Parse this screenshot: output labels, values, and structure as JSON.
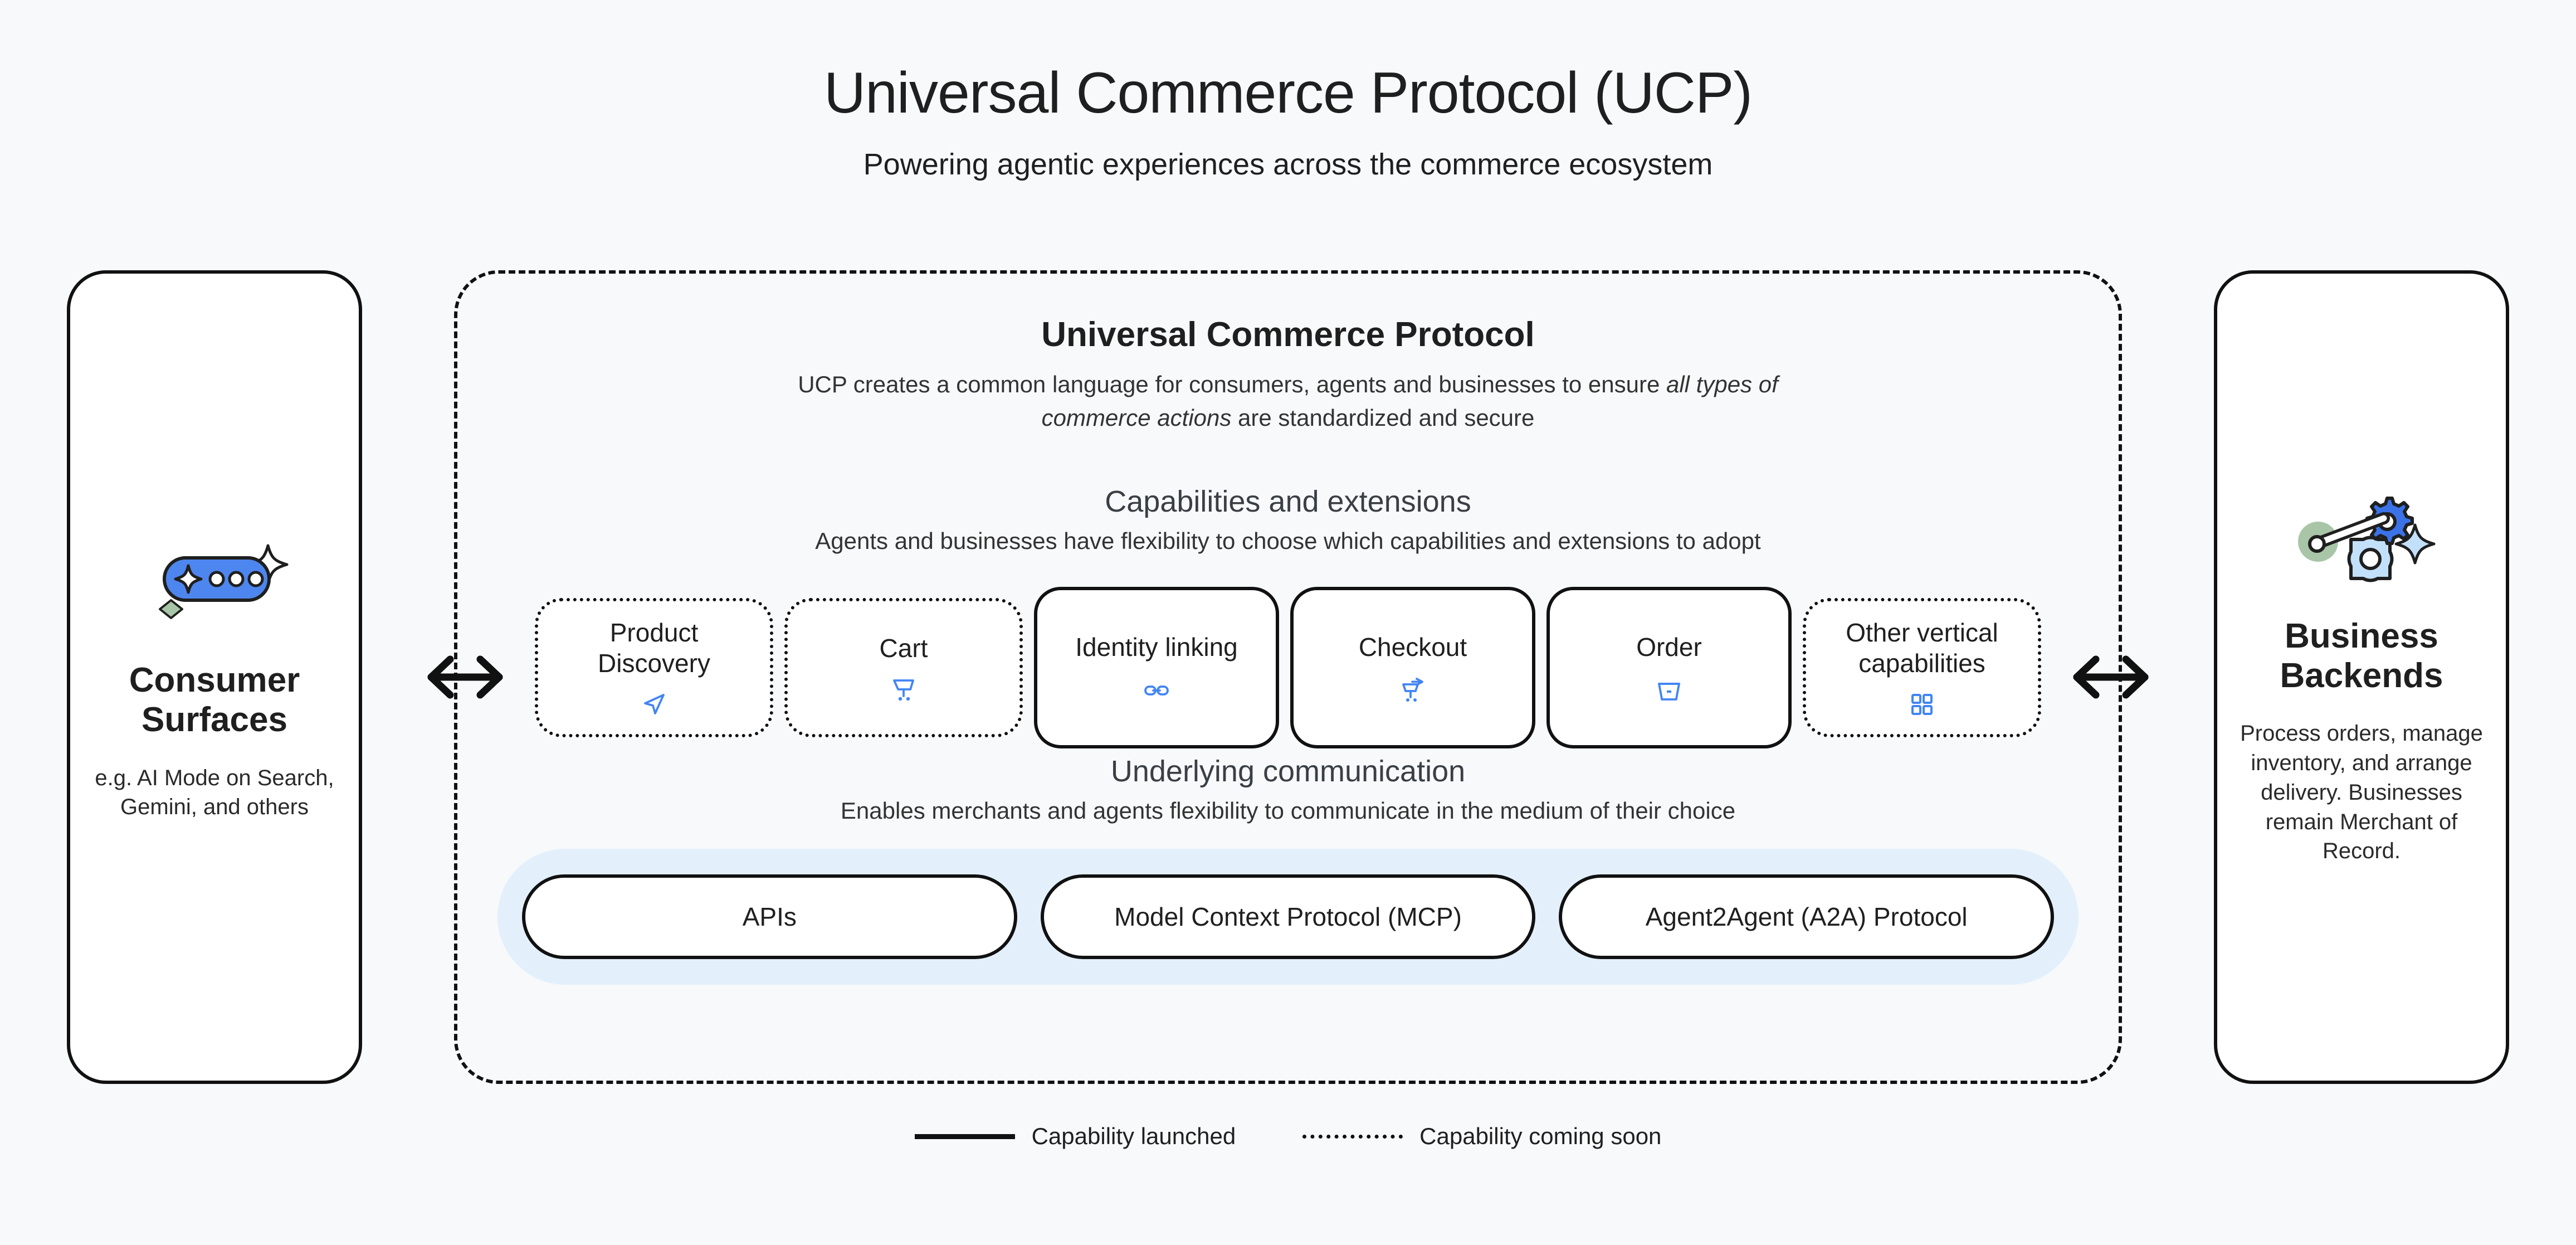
{
  "header": {
    "title": "Universal Commerce Protocol (UCP)",
    "subtitle": "Powering agentic experiences across the commerce ecosystem"
  },
  "left_panel": {
    "icon": "ai-chat-bubble-sparkle-icon",
    "title": "Consumer Surfaces",
    "description": "e.g. AI Mode on Search, Gemini, and others"
  },
  "right_panel": {
    "icon": "gears-settings-icon",
    "title": "Business Backends",
    "description": "Process orders, manage inventory, and arrange delivery. Businesses remain Merchant of Record."
  },
  "arrows": {
    "left": "double-headed-arrow-icon",
    "right": "double-headed-arrow-icon"
  },
  "ucp": {
    "title": "Universal Commerce Protocol",
    "description_part1": "UCP creates a common language for consumers, agents and businesses to ensure ",
    "description_emphasis": "all types of commerce actions",
    "description_part2": " are standardized and secure"
  },
  "capabilities": {
    "title": "Capabilities and extensions",
    "description": "Agents and businesses have flexibility to choose which capabilities and extensions to adopt",
    "items": [
      {
        "label": "Product Discovery",
        "status": "soon",
        "icon": "navigation-arrow-icon"
      },
      {
        "label": "Cart",
        "status": "soon",
        "icon": "shopping-cart-icon"
      },
      {
        "label": "Identity linking",
        "status": "launched",
        "icon": "link-chain-icon"
      },
      {
        "label": "Checkout",
        "status": "launched",
        "icon": "cart-checkout-arrow-icon"
      },
      {
        "label": "Order",
        "status": "launched",
        "icon": "shopping-basket-icon"
      },
      {
        "label": "Other vertical capabilities",
        "status": "soon",
        "icon": "grid-four-squares-icon"
      }
    ]
  },
  "communication": {
    "title": "Underlying communication",
    "description": "Enables merchants and agents flexibility to communicate in the medium of their choice",
    "protocols": [
      {
        "label": "APIs"
      },
      {
        "label": "Model Context Protocol (MCP)"
      },
      {
        "label": "Agent2Agent (A2A) Protocol"
      }
    ]
  },
  "legend": {
    "launched_label": "Capability launched",
    "coming_soon_label": "Capability coming soon"
  },
  "colors": {
    "background": "#f7f9fb",
    "accent_blue": "#4285f4",
    "band_blue": "#e3f0fc",
    "stroke": "#111111",
    "icon_green": "#a8c5a8",
    "icon_light_blue": "#c3e0fb"
  }
}
